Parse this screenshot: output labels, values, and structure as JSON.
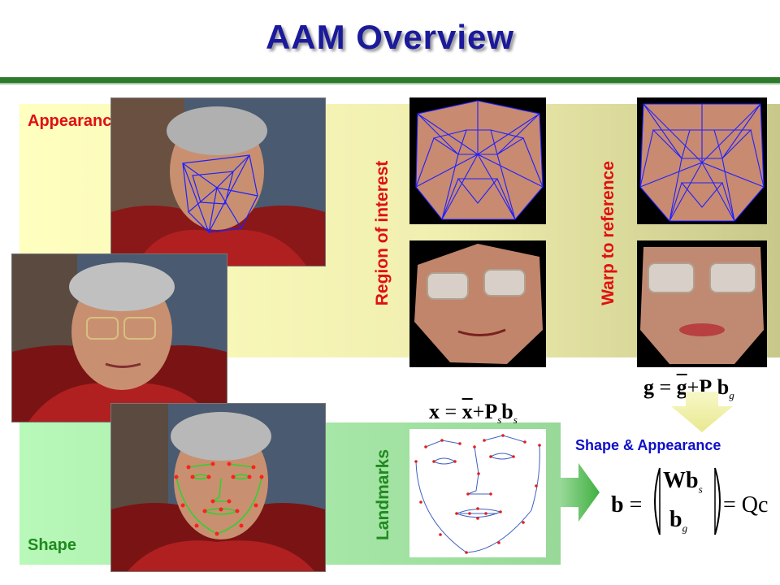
{
  "title": "AAM Overview",
  "labels": {
    "appearance": "Appearance",
    "shape": "Shape",
    "region_of_interest": "Region of interest",
    "warp_to_reference": "Warp to reference",
    "landmarks": "Landmarks",
    "shape_and_appearance": "Shape & Appearance"
  },
  "formulas": {
    "appearance_model": {
      "lhs": "g",
      "eq": "=",
      "mean": "g",
      "plus": "+",
      "basis": "P",
      "basis_sub": "g",
      "param": "b",
      "param_sub": "g"
    },
    "shape_model": {
      "lhs": "x",
      "eq": "=",
      "mean": "x",
      "plus": "+",
      "basis": "P",
      "basis_sub": "s",
      "param": "b",
      "param_sub": "s"
    },
    "combined_model": {
      "lhs": "b",
      "eq": "=",
      "top": "Wb",
      "top_sub": "s",
      "bottom": "b",
      "bottom_sub": "g",
      "eq2": "=",
      "rhs": "Qc"
    }
  },
  "colors": {
    "title": "#1a1a9a",
    "rule": "#2d7a2d",
    "appearance_band": "#ffffb8",
    "shape_band": "#b8f0b8",
    "label_red": "#e01010",
    "label_green": "#208a20",
    "label_blue": "#1010c8",
    "mesh": "#2020ff",
    "landmark_line": "#30a030",
    "landmark_point": "#e02020"
  },
  "icons": [
    "arrow-down-icon",
    "arrow-right-icon",
    "face-photo",
    "triangle-mesh",
    "landmark-points"
  ]
}
